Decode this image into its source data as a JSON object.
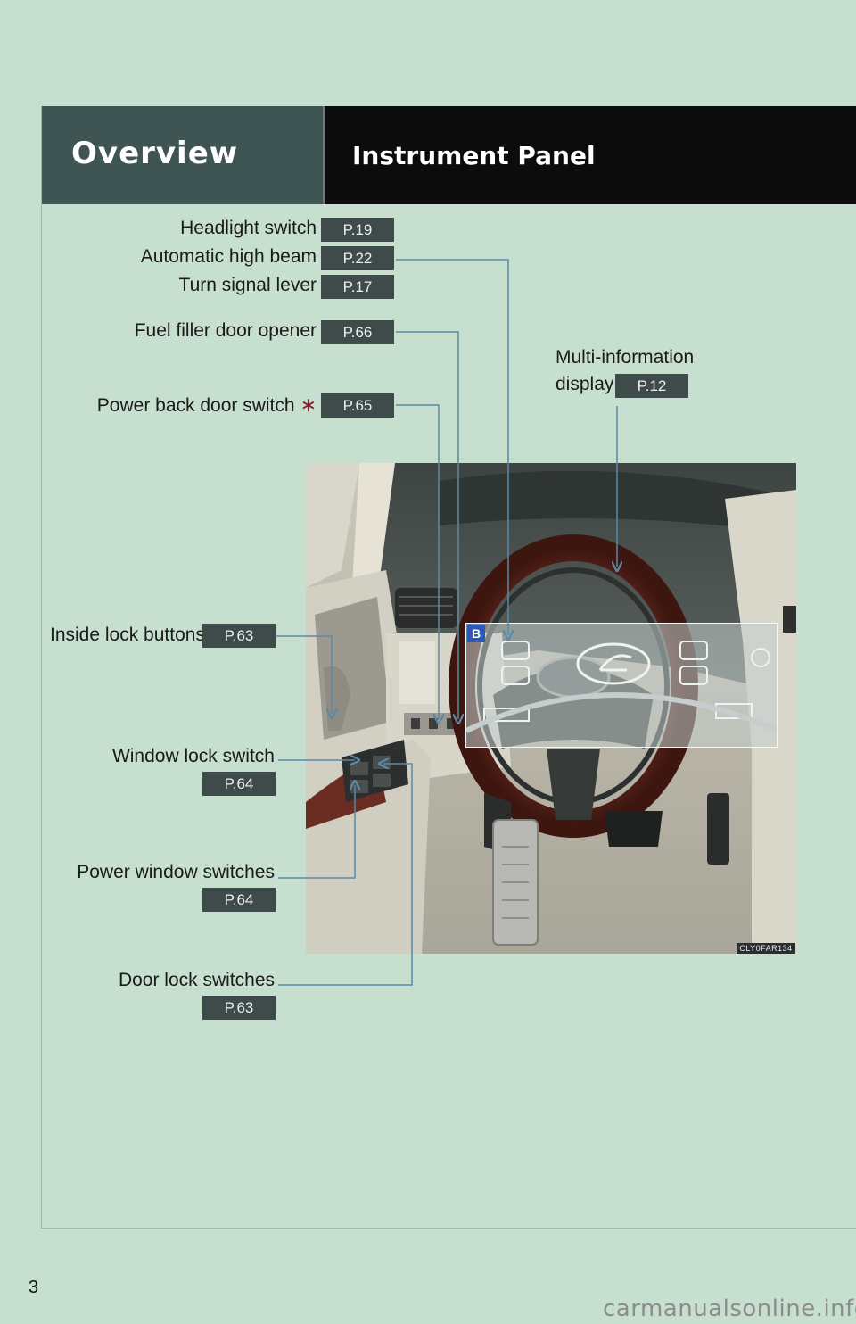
{
  "header": {
    "section": "Overview",
    "title": "Instrument Panel"
  },
  "callouts": {
    "headlight_switch": {
      "label": "Headlight switch",
      "page": "P.19"
    },
    "auto_high_beam": {
      "label": "Automatic high beam",
      "page": "P.22"
    },
    "turn_signal": {
      "label": "Turn signal lever",
      "page": "P.17"
    },
    "fuel_filler": {
      "label": "Fuel filler door opener",
      "page": "P.66"
    },
    "power_back_door": {
      "label": "Power back door switch",
      "page": "P.65",
      "marker": "∗"
    },
    "multi_info_line1": "Multi-information",
    "multi_info_line2": "display",
    "multi_info_page": "P.12",
    "inside_lock": {
      "label": "Inside lock buttons",
      "page": "P.63"
    },
    "window_lock": {
      "label": "Window lock switch",
      "page": "P.64"
    },
    "power_window": {
      "label": "Power window switches",
      "page": "P.64"
    },
    "door_lock": {
      "label": "Door lock switches",
      "page": "P.63"
    }
  },
  "image": {
    "inset_tag": "B",
    "code": "CLY0FAR134"
  },
  "footer": {
    "page_number": "3",
    "watermark": "carmanualsonline.info"
  },
  "colors": {
    "page_bg": "#c6dfcf",
    "header_left": "#3e5554",
    "header_right": "#0c0c0c",
    "badge": "#3f4a4b",
    "leader": "#5b8aa6",
    "asterisk": "#8b1d2e"
  }
}
